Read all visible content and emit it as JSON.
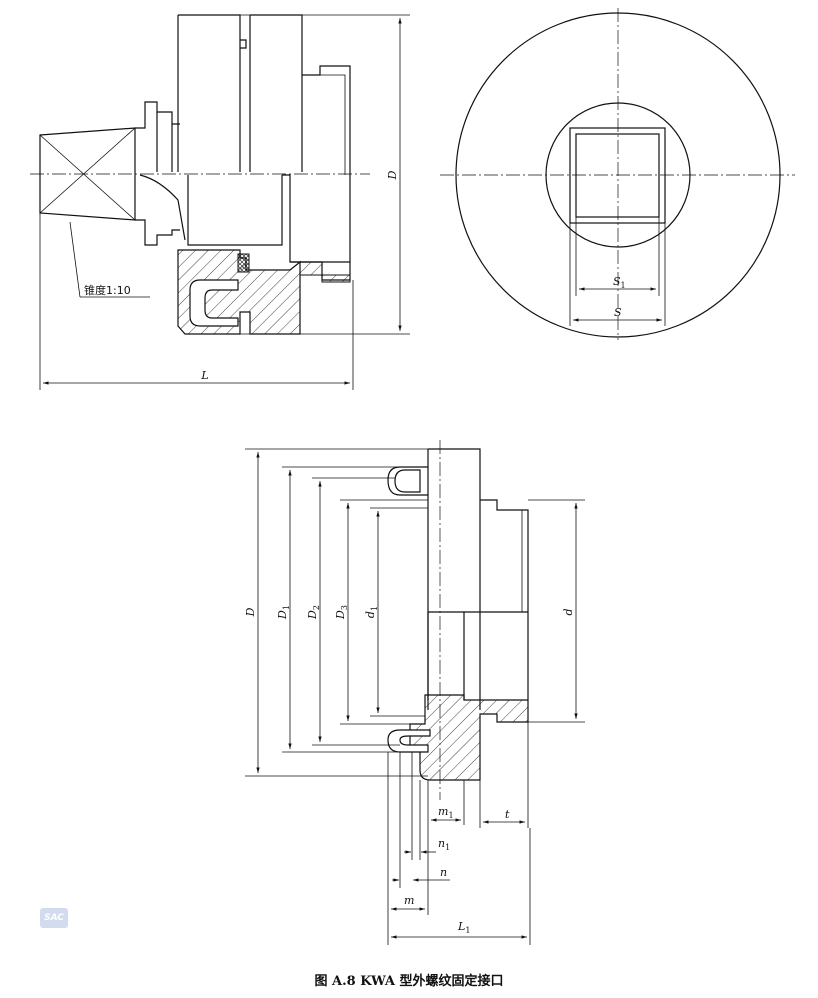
{
  "caption": "图 A.8    KWA 型外螺纹固定接口",
  "taper_note": "锥度1:10",
  "watermark": "SAC",
  "labels": {
    "D_top": "D",
    "L": "L",
    "S1_main": "S",
    "S1_sub": "1",
    "S": "S",
    "D_bottom": "D",
    "D1_main": "D",
    "D1_sub": "1",
    "D2_main": "D",
    "D2_sub": "2",
    "D3_main": "D",
    "D3_sub": "3",
    "d1_main": "d",
    "d1_sub": "1",
    "d": "d",
    "m1_main": "m",
    "m1_sub": "1",
    "t": "t",
    "n1_main": "n",
    "n1_sub": "1",
    "n": "n",
    "m": "m",
    "L1_main": "L",
    "L1_sub": "1"
  }
}
